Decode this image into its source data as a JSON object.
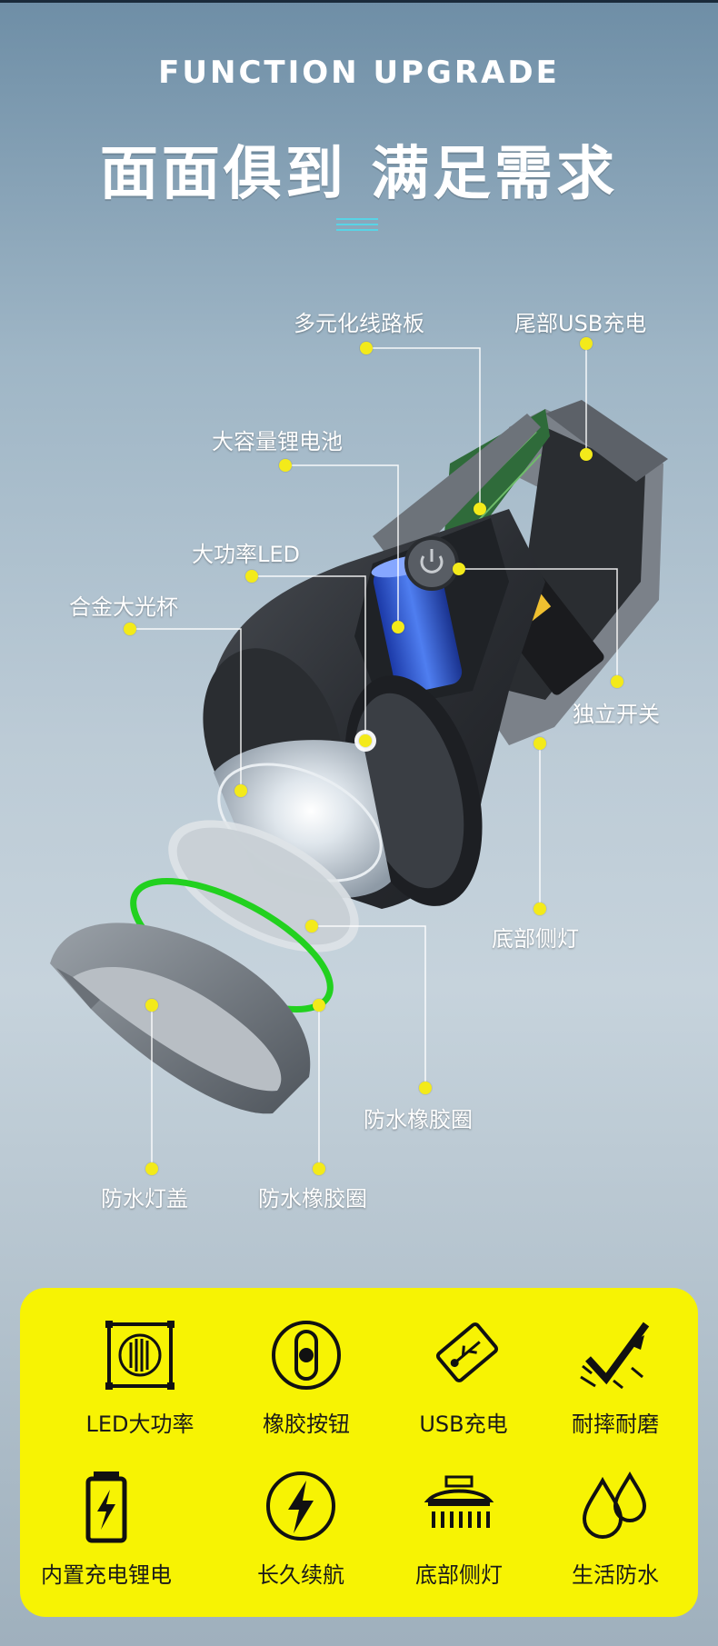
{
  "header": {
    "eyebrow": "FUNCTION UPGRADE",
    "headline": "面面俱到 满足需求"
  },
  "callouts": [
    {
      "id": "circuit-board",
      "text": "多元化线路板"
    },
    {
      "id": "usb-charge-tail",
      "text": "尾部USB充电"
    },
    {
      "id": "battery",
      "text": "大容量锂电池"
    },
    {
      "id": "led",
      "text": "大功率LED"
    },
    {
      "id": "reflector",
      "text": "合金大光杯"
    },
    {
      "id": "switch",
      "text": "独立开关"
    },
    {
      "id": "side-light",
      "text": "底部侧灯"
    },
    {
      "id": "gasket-right",
      "text": "防水橡胶圈"
    },
    {
      "id": "lamp-cover",
      "text": "防水灯盖"
    },
    {
      "id": "gasket-bottom",
      "text": "防水橡胶圈"
    }
  ],
  "features": [
    {
      "label": "LED大功率",
      "icon": "led-chip-icon"
    },
    {
      "label": "橡胶按钮",
      "icon": "rubber-button-icon"
    },
    {
      "label": "USB充电",
      "icon": "usb-icon"
    },
    {
      "label": "耐摔耐磨",
      "icon": "impact-check-icon"
    },
    {
      "label": "内置充电锂电",
      "icon": "battery-charge-icon"
    },
    {
      "label": "长久续航",
      "icon": "lightning-bolt-icon"
    },
    {
      "label": "底部侧灯",
      "icon": "side-lamp-icon"
    },
    {
      "label": "生活防水",
      "icon": "water-drops-icon"
    }
  ],
  "colors": {
    "accent_yellow": "#f7f303",
    "callout_dot": "#f3ea1a",
    "gasket_green": "#22d11f",
    "battery_blue": "#2a4fc7"
  }
}
